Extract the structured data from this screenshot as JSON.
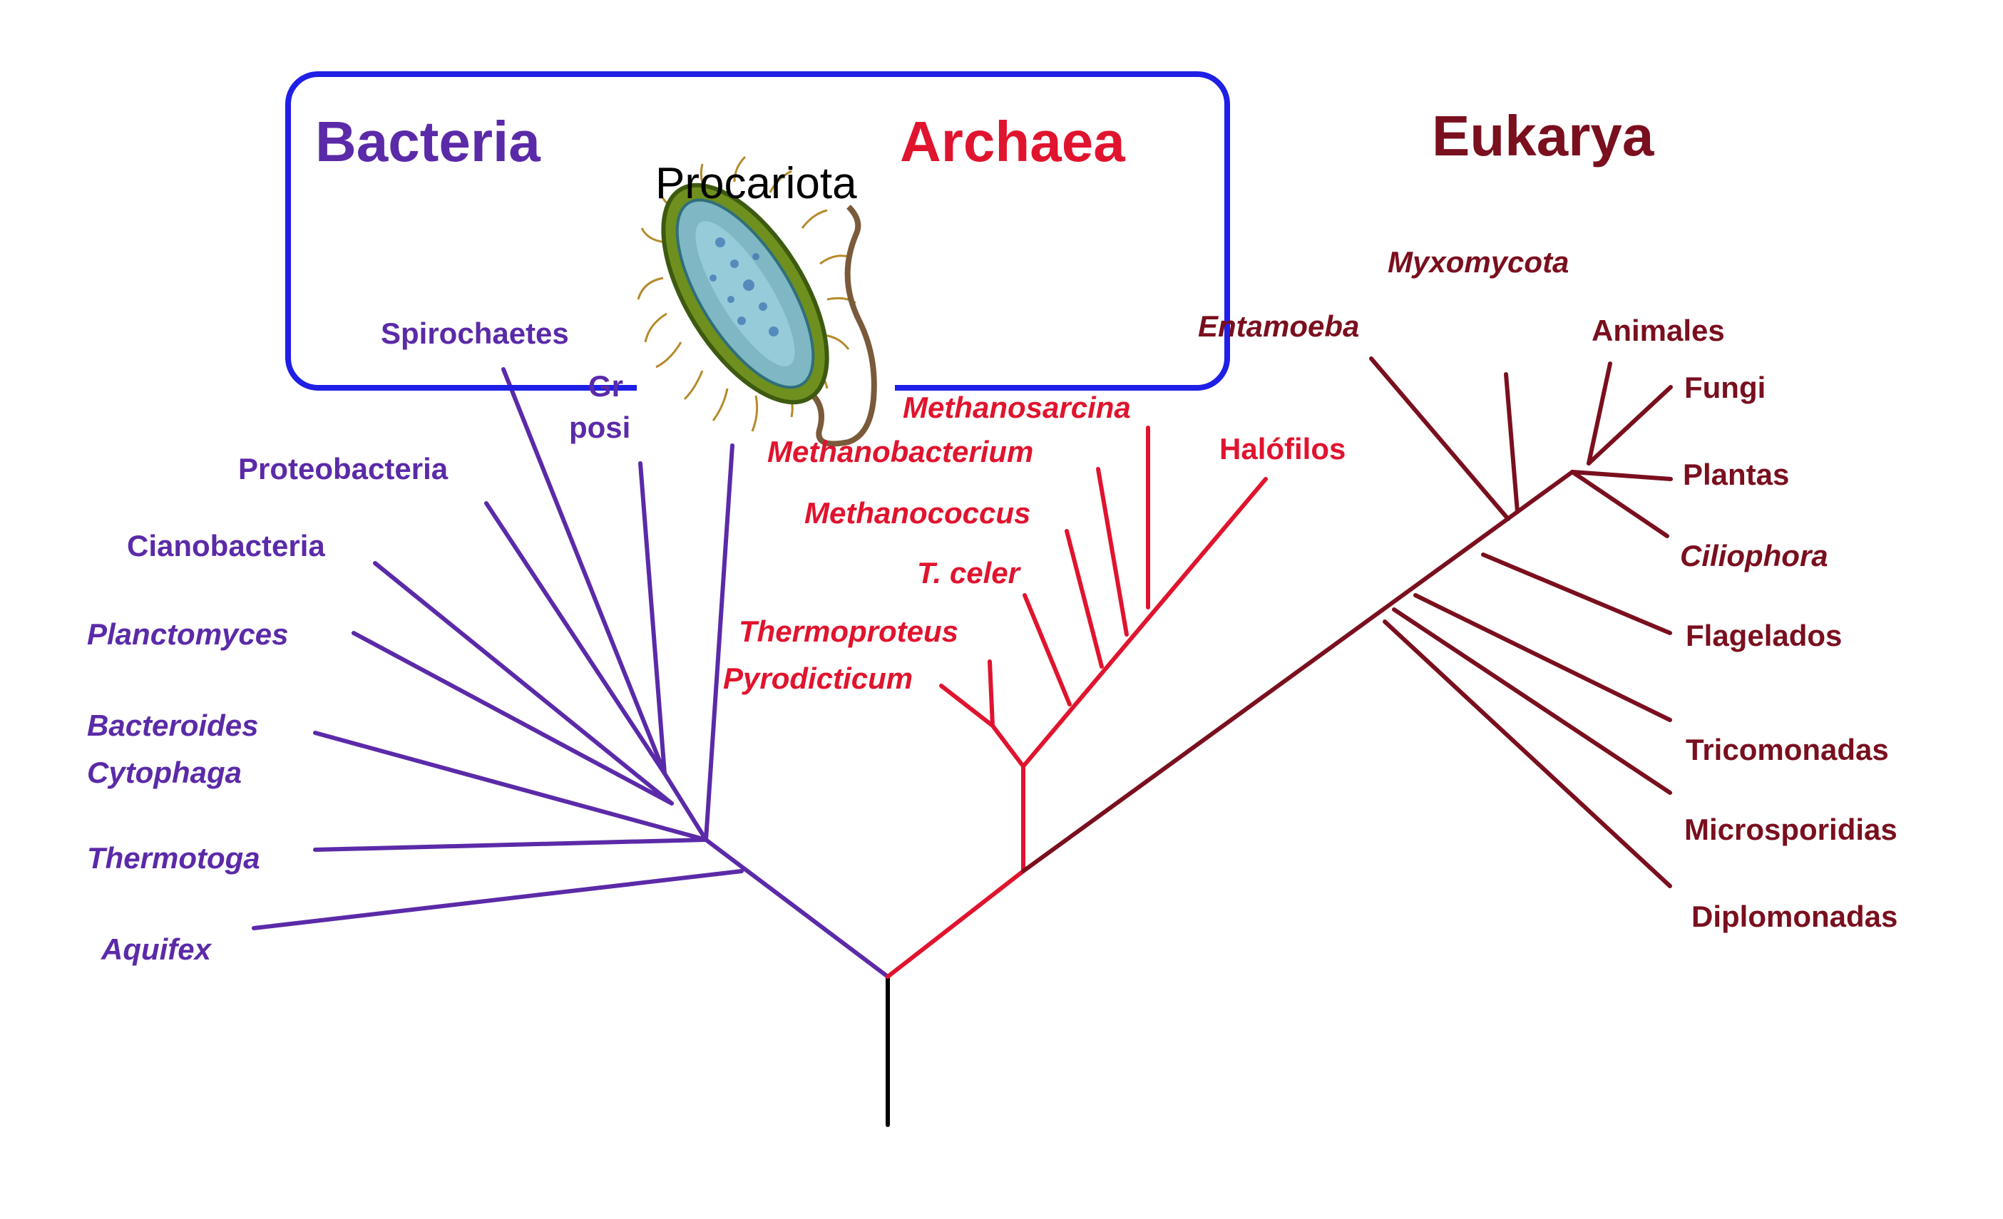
{
  "colors": {
    "bacteria": "#5b2aa8",
    "archaea": "#e0142e",
    "eukarya": "#7a0f1e",
    "root": "#000000",
    "procariota_box": "#1f1fe6"
  },
  "domains": {
    "bacteria": "Bacteria",
    "archaea": "Archaea",
    "eukarya": "Eukarya"
  },
  "procariota": {
    "label": "Procariota",
    "image_icon": "bacterium-cell-icon"
  },
  "bacteria_taxa": {
    "spirochaetes": "Spirochaetes",
    "gram_positive_line1": "Gr",
    "gram_positive_line2": "posi",
    "proteobacteria": "Proteobacteria",
    "cianobacteria": "Cianobacteria",
    "planctomyces": "Planctomyces",
    "bacteroides": "Bacteroides",
    "cytophaga": "Cytophaga",
    "thermotoga": "Thermotoga",
    "aquifex": "Aquifex"
  },
  "archaea_taxa": {
    "methanosarcina": "Methanosarcina",
    "methanobacterium": "Methanobacterium",
    "methanococcus": "Methanococcus",
    "t_celer": "T. celer",
    "thermoproteus": "Thermoproteus",
    "pyrodicticum": "Pyrodicticum",
    "halofilos": "Halófilos"
  },
  "eukarya_taxa": {
    "myxomycota": "Myxomycota",
    "entamoeba": "Entamoeba",
    "animales": "Animales",
    "fungi": "Fungi",
    "plantas": "Plantas",
    "ciliophora": "Ciliophora",
    "flagelados": "Flagelados",
    "tricomonadas": "Tricomonadas",
    "microsporidias": "Microsporidias",
    "diplomonadas": "Diplomonadas"
  }
}
